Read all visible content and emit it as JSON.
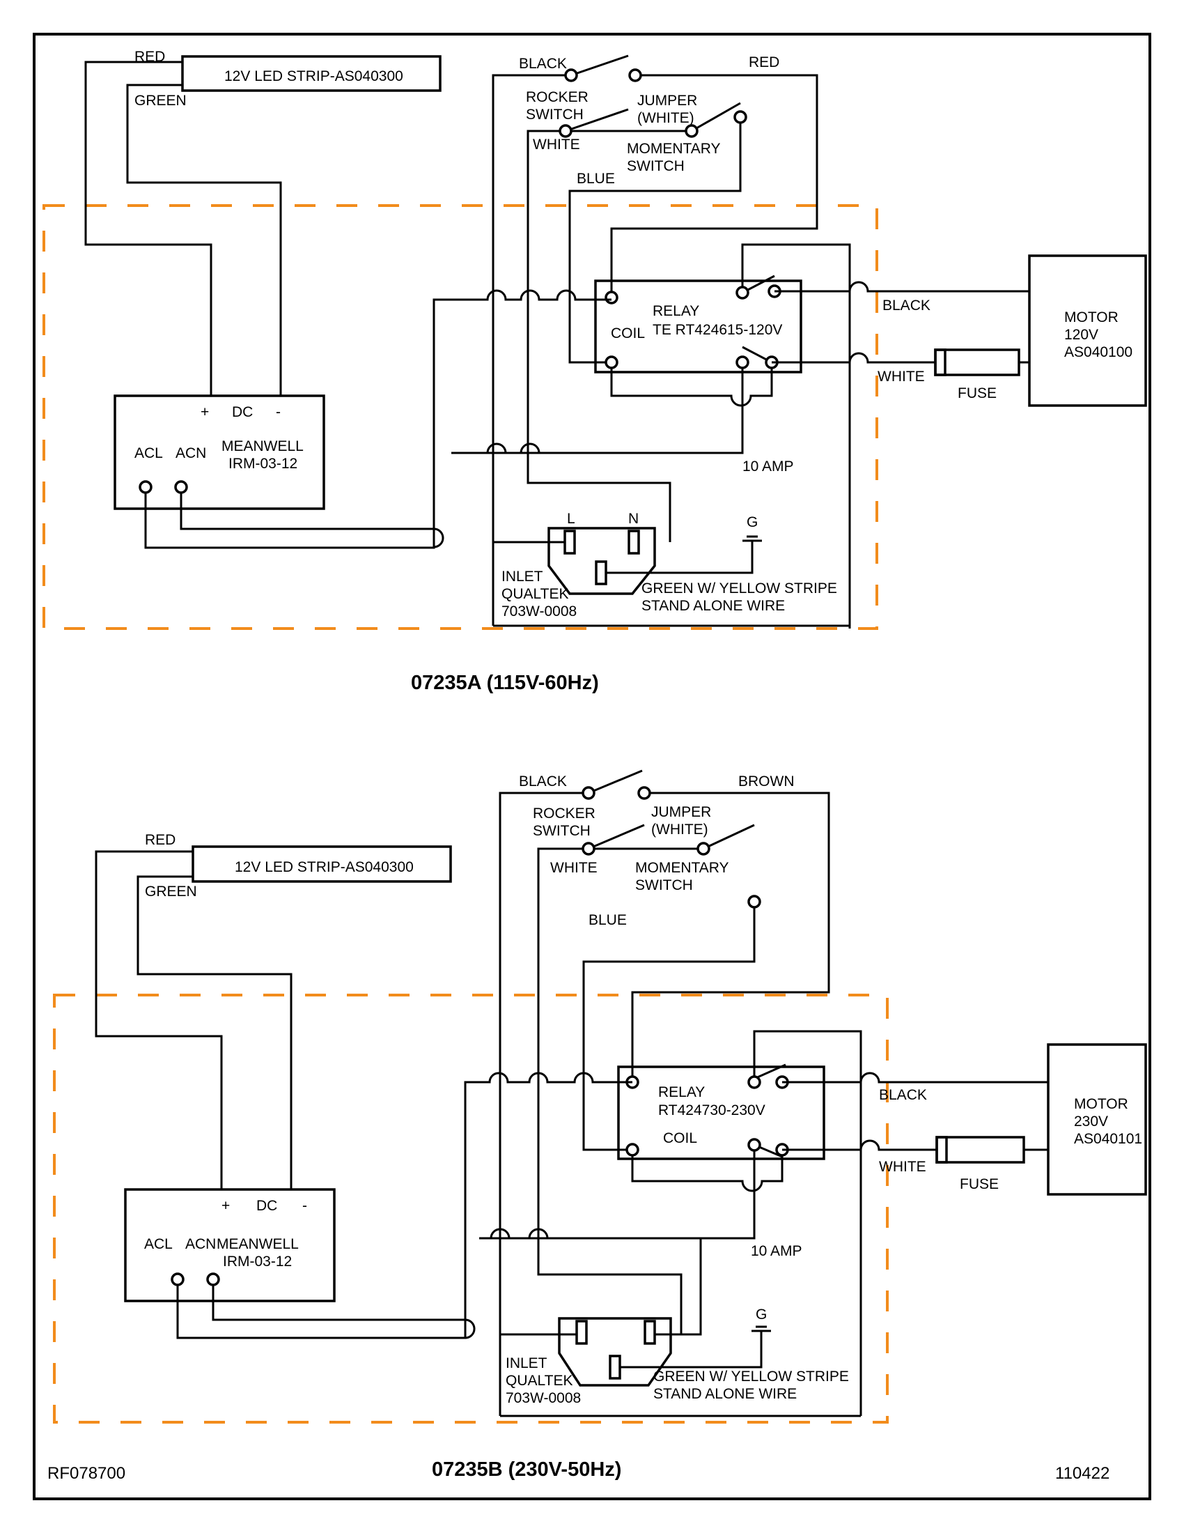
{
  "colors": {
    "wire": "#000000",
    "enclosure_dash": "#f28c1c",
    "background": "#ffffff"
  },
  "footer": {
    "left_code": "RF078700",
    "right_code": "110422"
  },
  "diagrams": [
    {
      "title": "07235A (115V-60Hz)",
      "led_strip": "12V LED STRIP-AS040300",
      "led_red": "RED",
      "led_green": "GREEN",
      "psu_name": "MEANWELL",
      "psu_model": "IRM-03-12",
      "psu_dc": "DC",
      "psu_plus": "+",
      "psu_minus": "-",
      "psu_acl": "ACL",
      "psu_acn": "ACN",
      "sw_black": "BLACK",
      "sw_red": "RED",
      "rocker_1": "ROCKER",
      "rocker_2": "SWITCH",
      "jumper_1": "JUMPER",
      "jumper_2": "(WHITE)",
      "white": "WHITE",
      "momentary_1": "MOMENTARY",
      "momentary_2": "SWITCH",
      "blue": "BLUE",
      "relay_1": "RELAY",
      "relay_2": "TE RT424615-120V",
      "coil": "COIL",
      "motor_1": "MOTOR",
      "motor_2": "120V",
      "motor_3": "AS040100",
      "out_black": "BLACK",
      "out_white": "WHITE",
      "fuse": "FUSE",
      "amp": "10 AMP",
      "inlet_l": "L",
      "inlet_n": "N",
      "ground": "G",
      "inlet_1": "INLET",
      "inlet_2": "QUALTEK",
      "inlet_3": "703W-0008",
      "gnd_1": "GREEN W/ YELLOW STRIPE",
      "gnd_2": "STAND ALONE WIRE"
    },
    {
      "title": "07235B (230V-50Hz)",
      "led_strip": "12V LED STRIP-AS040300",
      "led_red": "RED",
      "led_green": "GREEN",
      "psu_name": "MEANWELL",
      "psu_model": "IRM-03-12",
      "psu_dc": "DC",
      "psu_plus": "+",
      "psu_minus": "-",
      "psu_acl": "ACL",
      "psu_acn": "ACN",
      "sw_black": "BLACK",
      "sw_brown": "BROWN",
      "rocker_1": "ROCKER",
      "rocker_2": "SWITCH",
      "jumper_1": "JUMPER",
      "jumper_2": "(WHITE)",
      "white": "WHITE",
      "momentary_1": "MOMENTARY",
      "momentary_2": "SWITCH",
      "blue": "BLUE",
      "relay_1": "RELAY",
      "relay_2": "RT424730-230V",
      "coil": "COIL",
      "motor_1": "MOTOR",
      "motor_2": "230V",
      "motor_3": "AS040101",
      "out_black": "BLACK",
      "out_white": "WHITE",
      "fuse": "FUSE",
      "amp": "10 AMP",
      "ground": "G",
      "inlet_1": "INLET",
      "inlet_2": "QUALTEK",
      "inlet_3": "703W-0008",
      "gnd_1": "GREEN W/ YELLOW STRIPE",
      "gnd_2": "STAND ALONE WIRE"
    }
  ]
}
